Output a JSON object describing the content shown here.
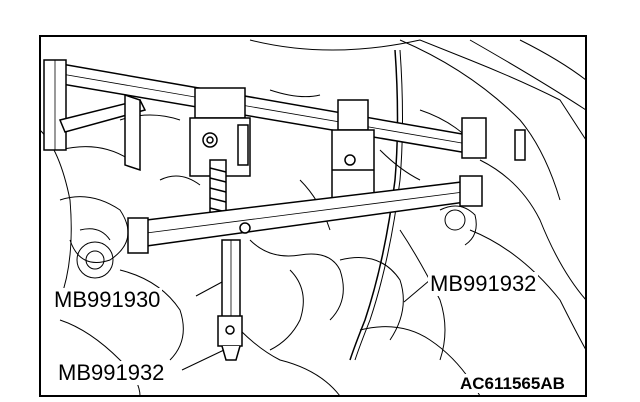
{
  "labels": {
    "callout_center": "MB991930",
    "callout_right": "MB991932",
    "callout_bottom": "MB991932",
    "figure_id": "AC611565AB"
  },
  "colors": {
    "ink": "#000000",
    "paper": "#ffffff"
  }
}
